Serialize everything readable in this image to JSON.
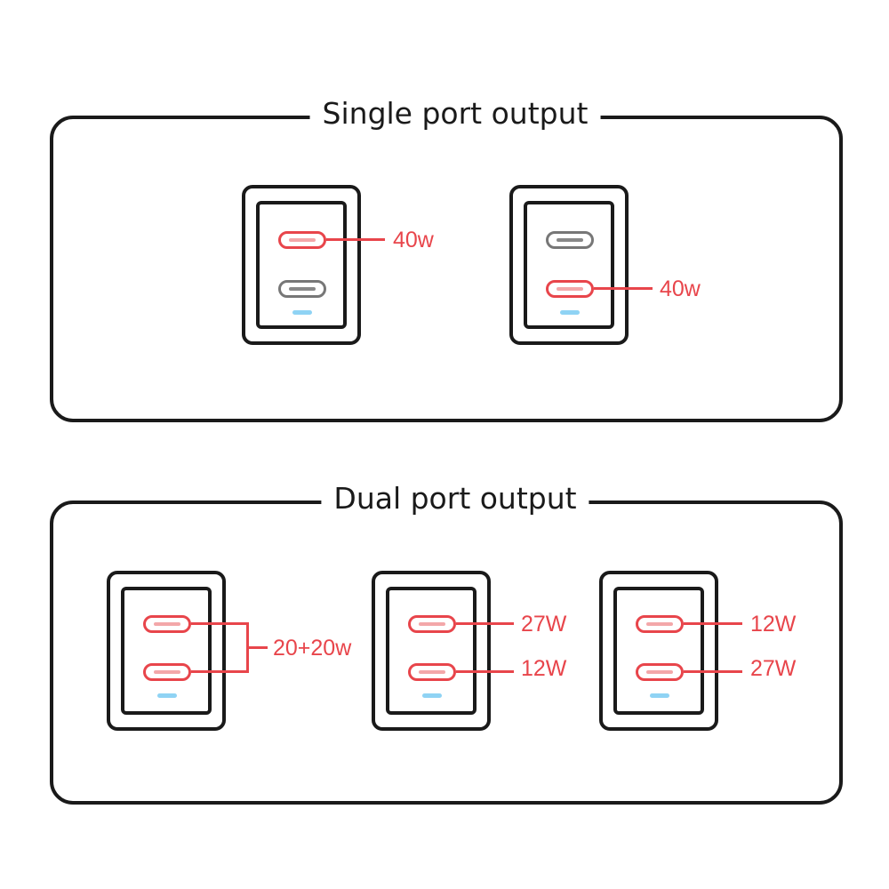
{
  "colors": {
    "outline": "#1a1a1a",
    "active_port": "#e8454b",
    "inactive_port": "#777777",
    "led": "#8fd3f4"
  },
  "single_port": {
    "title": "Single port output",
    "configs": [
      {
        "top_port_label": "40w",
        "bottom_port_label": ""
      },
      {
        "top_port_label": "",
        "bottom_port_label": "40w"
      }
    ]
  },
  "dual_port": {
    "title": "Dual port output",
    "configs": [
      {
        "combined_label": "20+20w"
      },
      {
        "top_port_label": "27W",
        "bottom_port_label": "12W"
      },
      {
        "top_port_label": "12W",
        "bottom_port_label": "27W"
      }
    ]
  }
}
